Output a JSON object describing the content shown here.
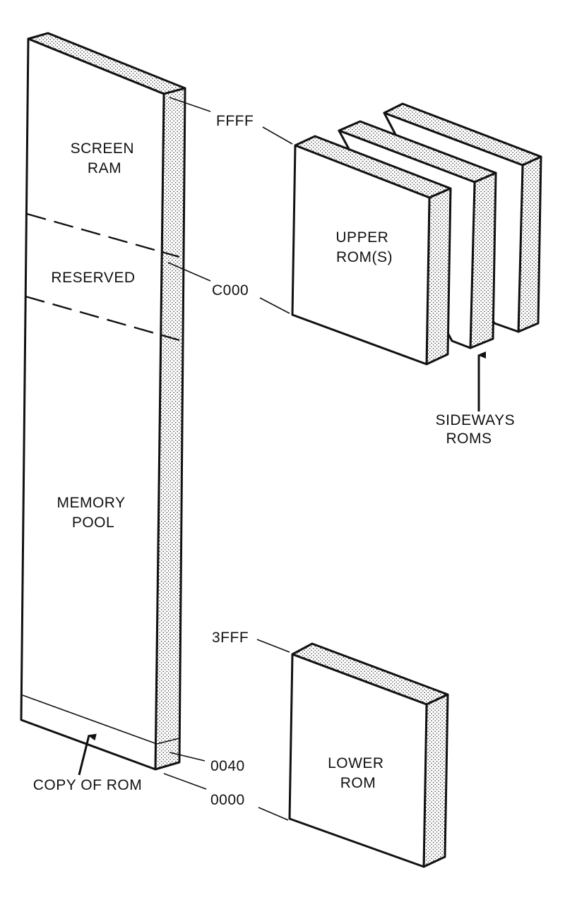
{
  "memory_map": {
    "regions": {
      "screen_ram": [
        "SCREEN",
        "RAM"
      ],
      "reserved": "RESERVED",
      "memory_pool": [
        "MEMORY",
        "POOL"
      ],
      "copy_of_rom": "COPY OF ROM"
    },
    "addresses": {
      "ffff": "FFFF",
      "c000": "C000",
      "3fff": "3FFF",
      "0040": "0040",
      "0000": "0000"
    }
  },
  "roms": {
    "upper": [
      "UPPER",
      "ROM(S)"
    ],
    "sideways": [
      "SIDEWAYS",
      "ROMS"
    ],
    "lower": [
      "LOWER",
      "ROM"
    ]
  }
}
